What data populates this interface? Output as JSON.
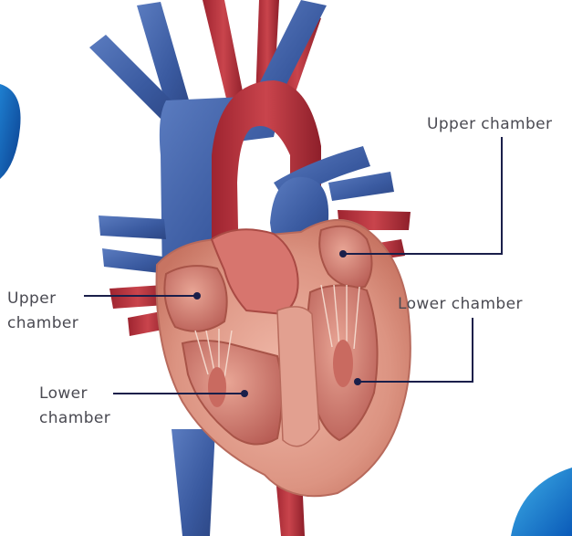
{
  "labels": {
    "upper_right": "Upper chamber",
    "lower_right": "Lower chamber",
    "upper_left_line1": "Upper",
    "upper_left_line2": "chamber",
    "lower_left_line1": "Lower",
    "lower_left_line2": "chamber"
  },
  "colors": {
    "vein_blue": "#3d5fa3",
    "artery_red": "#b0323c",
    "heart_muscle": "#d88c7c",
    "heart_inner": "#c06a60",
    "leader_line": "#1a1f4a",
    "accent_blue": "#0a5fb0"
  }
}
